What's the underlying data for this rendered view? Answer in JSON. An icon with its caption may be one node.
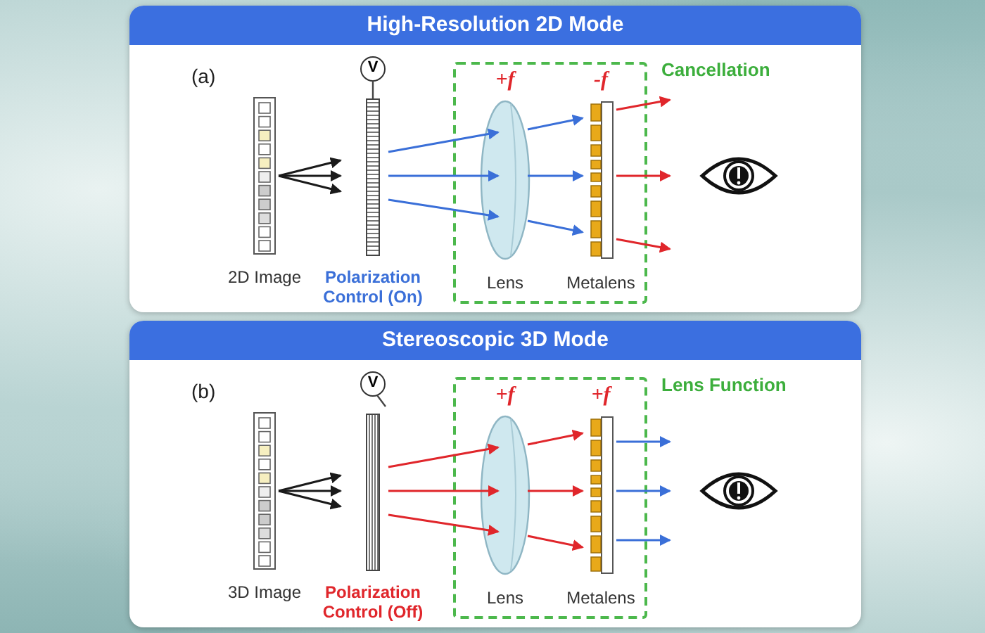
{
  "diagram": {
    "nodes": [
      {
        "text": [
          "High-Resolution 2D Mode"
        ]
      },
      {
        "text": [
          "2D Image"
        ],
        "in": 0
      },
      {
        "text": [
          "V",
          "Polarization Control (On)"
        ],
        "in": 0
      },
      {
        "text": [
          "Cancellation"
        ],
        "in": 0
      },
      {
        "text": [
          "Lens"
        ],
        "beside": [
          "+f"
        ],
        "in": 3
      },
      {
        "text": [
          "Metalens"
        ],
        "beside": [
          "-f"
        ],
        "in": 3
      },
      {
        "text": [],
        "shape": "picture",
        "in": 0
      },
      {
        "text": [
          "Stereoscopic 3D Mode"
        ]
      },
      {
        "text": [
          "3D Image"
        ],
        "in": 7
      },
      {
        "text": [
          "V",
          "Polarization Control (Off)"
        ],
        "in": 7
      },
      {
        "text": [
          "Lens Function"
        ],
        "in": 7
      },
      {
        "text": [
          "Lens"
        ],
        "beside": [
          "+f"
        ],
        "in": 10
      },
      {
        "text": [
          "Metalens"
        ],
        "beside": [
          "+f"
        ],
        "in": 10
      },
      {
        "text": [],
        "shape": "picture",
        "in": 7
      }
    ],
    "edges": [
      {
        "from": 1,
        "to": 2,
        "arrow": "to",
        "color": "#1a1a1a"
      },
      {
        "from": 1,
        "to": 2,
        "arrow": "to",
        "color": "#1a1a1a"
      },
      {
        "from": 1,
        "to": 2,
        "arrow": "to",
        "color": "#1a1a1a"
      },
      {
        "from": 2,
        "to": 4,
        "arrow": "to",
        "color": "#3a6fd8"
      },
      {
        "from": 2,
        "to": 4,
        "arrow": "to",
        "color": "#3a6fd8"
      },
      {
        "from": 2,
        "to": 4,
        "arrow": "to",
        "color": "#3a6fd8"
      },
      {
        "from": 4,
        "to": 5,
        "arrow": "to",
        "color": "#3a6fd8"
      },
      {
        "from": 4,
        "to": 5,
        "arrow": "to",
        "color": "#3a6fd8"
      },
      {
        "from": 4,
        "to": 5,
        "arrow": "to",
        "color": "#3a6fd8"
      },
      {
        "from": 5,
        "to": null,
        "arrow": "to",
        "color": "#e0262b"
      },
      {
        "from": 5,
        "to": null,
        "arrow": "to",
        "color": "#e0262b"
      },
      {
        "from": 5,
        "to": null,
        "arrow": "to",
        "color": "#e0262b"
      },
      {
        "from": 8,
        "to": 9,
        "arrow": "to",
        "color": "#1a1a1a"
      },
      {
        "from": 8,
        "to": 9,
        "arrow": "to",
        "color": "#1a1a1a"
      },
      {
        "from": 8,
        "to": 9,
        "arrow": "to",
        "color": "#1a1a1a"
      },
      {
        "from": 9,
        "to": 11,
        "arrow": "to",
        "color": "#e0262b"
      },
      {
        "from": 9,
        "to": 11,
        "arrow": "to",
        "color": "#e0262b"
      },
      {
        "from": 9,
        "to": 11,
        "arrow": "to",
        "color": "#e0262b"
      },
      {
        "from": 11,
        "to": 12,
        "arrow": "to",
        "color": "#e0262b"
      },
      {
        "from": 11,
        "to": 12,
        "arrow": "to",
        "color": "#e0262b"
      },
      {
        "from": 11,
        "to": 12,
        "arrow": "to",
        "color": "#e0262b"
      },
      {
        "from": 12,
        "to": null,
        "arrow": "to",
        "color": "#3a6fd8"
      },
      {
        "from": 12,
        "to": null,
        "arrow": "to",
        "color": "#3a6fd8"
      },
      {
        "from": 12,
        "to": null,
        "arrow": "to",
        "color": "#3a6fd8"
      }
    ],
    "labels": [
      "(a)",
      "(b)"
    ]
  }
}
